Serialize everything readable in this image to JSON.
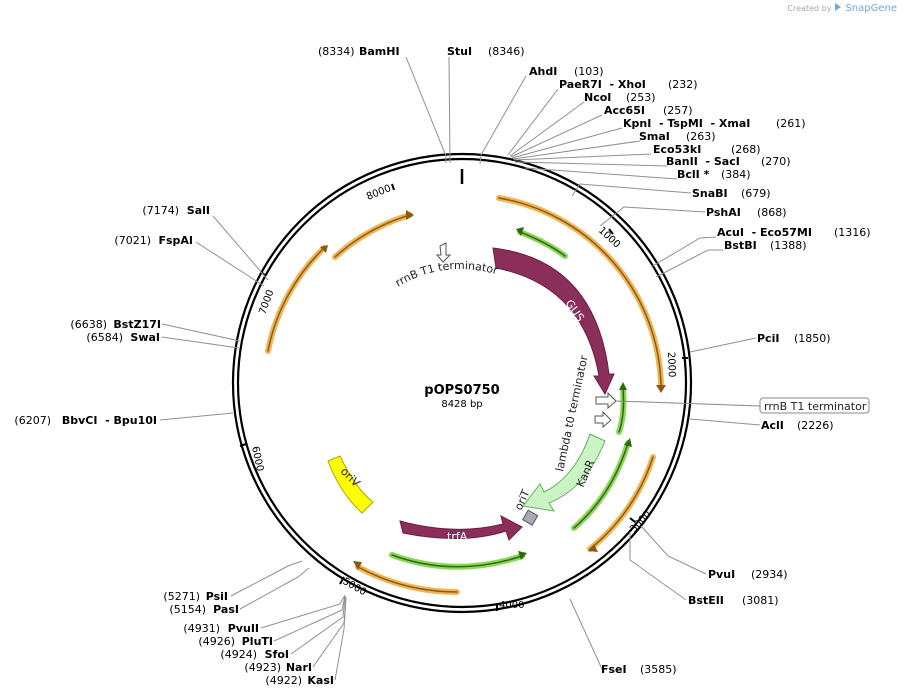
{
  "brand": {
    "created_by": "Created by",
    "name": "SnapGene"
  },
  "plasmid": {
    "name": "pOPS0750",
    "size": "8428 bp"
  },
  "ring_ticks": [
    "1000",
    "2000",
    "3000",
    "4000",
    "5000",
    "6000",
    "7000",
    "8000"
  ],
  "enzymes_right": [
    {
      "name": "AhdI",
      "pos": "(103)"
    },
    {
      "name": "PaeR7I  - XhoI",
      "pos": "(232)"
    },
    {
      "name": "NcoI",
      "pos": "(253)"
    },
    {
      "name": "Acc65I",
      "pos": "(257)"
    },
    {
      "name": "KpnI  - TspMI  - XmaI",
      "pos": "(261)"
    },
    {
      "name": "SmaI",
      "pos": "(263)"
    },
    {
      "name": "Eco53kI",
      "pos": "(268)"
    },
    {
      "name": "BanII  - SacI",
      "pos": "(270)"
    },
    {
      "name": "BclI *",
      "pos": "(384)"
    },
    {
      "name": "SnaBI",
      "pos": "(679)"
    },
    {
      "name": "PshAI",
      "pos": "(868)"
    },
    {
      "name": "AcuI  - Eco57MI",
      "pos": "(1316)"
    },
    {
      "name": "BstBI",
      "pos": "(1388)"
    },
    {
      "name": "PciI",
      "pos": "(1850)"
    },
    {
      "name": "AclI",
      "pos": "(2226)"
    },
    {
      "name": "PvuI",
      "pos": "(2934)"
    },
    {
      "name": "BstEII",
      "pos": "(3081)"
    },
    {
      "name": "FseI",
      "pos": "(3585)"
    }
  ],
  "enzymes_top": [
    {
      "name": "BamHI",
      "pos": "(8334)"
    },
    {
      "name": "StuI",
      "pos": "(8346)"
    }
  ],
  "enzymes_left": [
    {
      "name": "SalI",
      "pos": "(7174)"
    },
    {
      "name": "FspAI",
      "pos": "(7021)"
    },
    {
      "name": "BstZ17I",
      "pos": "(6638)"
    },
    {
      "name": "SwaI",
      "pos": "(6584)"
    },
    {
      "name": "BbvCI  - Bpu10I",
      "pos": "(6207)"
    },
    {
      "name": "PsiI",
      "pos": "(5271)"
    },
    {
      "name": "PasI",
      "pos": "(5154)"
    },
    {
      "name": "PvuII",
      "pos": "(4931)"
    },
    {
      "name": "PluTI",
      "pos": "(4926)"
    },
    {
      "name": "SfoI",
      "pos": "(4924)"
    },
    {
      "name": "NarI",
      "pos": "(4923)"
    },
    {
      "name": "KasI",
      "pos": "(4922)"
    }
  ],
  "features": {
    "gus": "GUS",
    "kanr": "KanR",
    "trfa": "trfA",
    "oriv": "oriV",
    "orit": "oriT",
    "rrnb_top": "rrnB T1 terminator",
    "rrnb_right": "rrnB T1 terminator",
    "lambda": "lambda t0 terminator"
  },
  "colors": {
    "gus": "#8b2f5a",
    "kanr": "#c9f5c2",
    "trfa": "#8b2f5a",
    "oriv": "#ffff00",
    "orange_arc": "#f0b556",
    "green_arc": "#8ed65a"
  }
}
